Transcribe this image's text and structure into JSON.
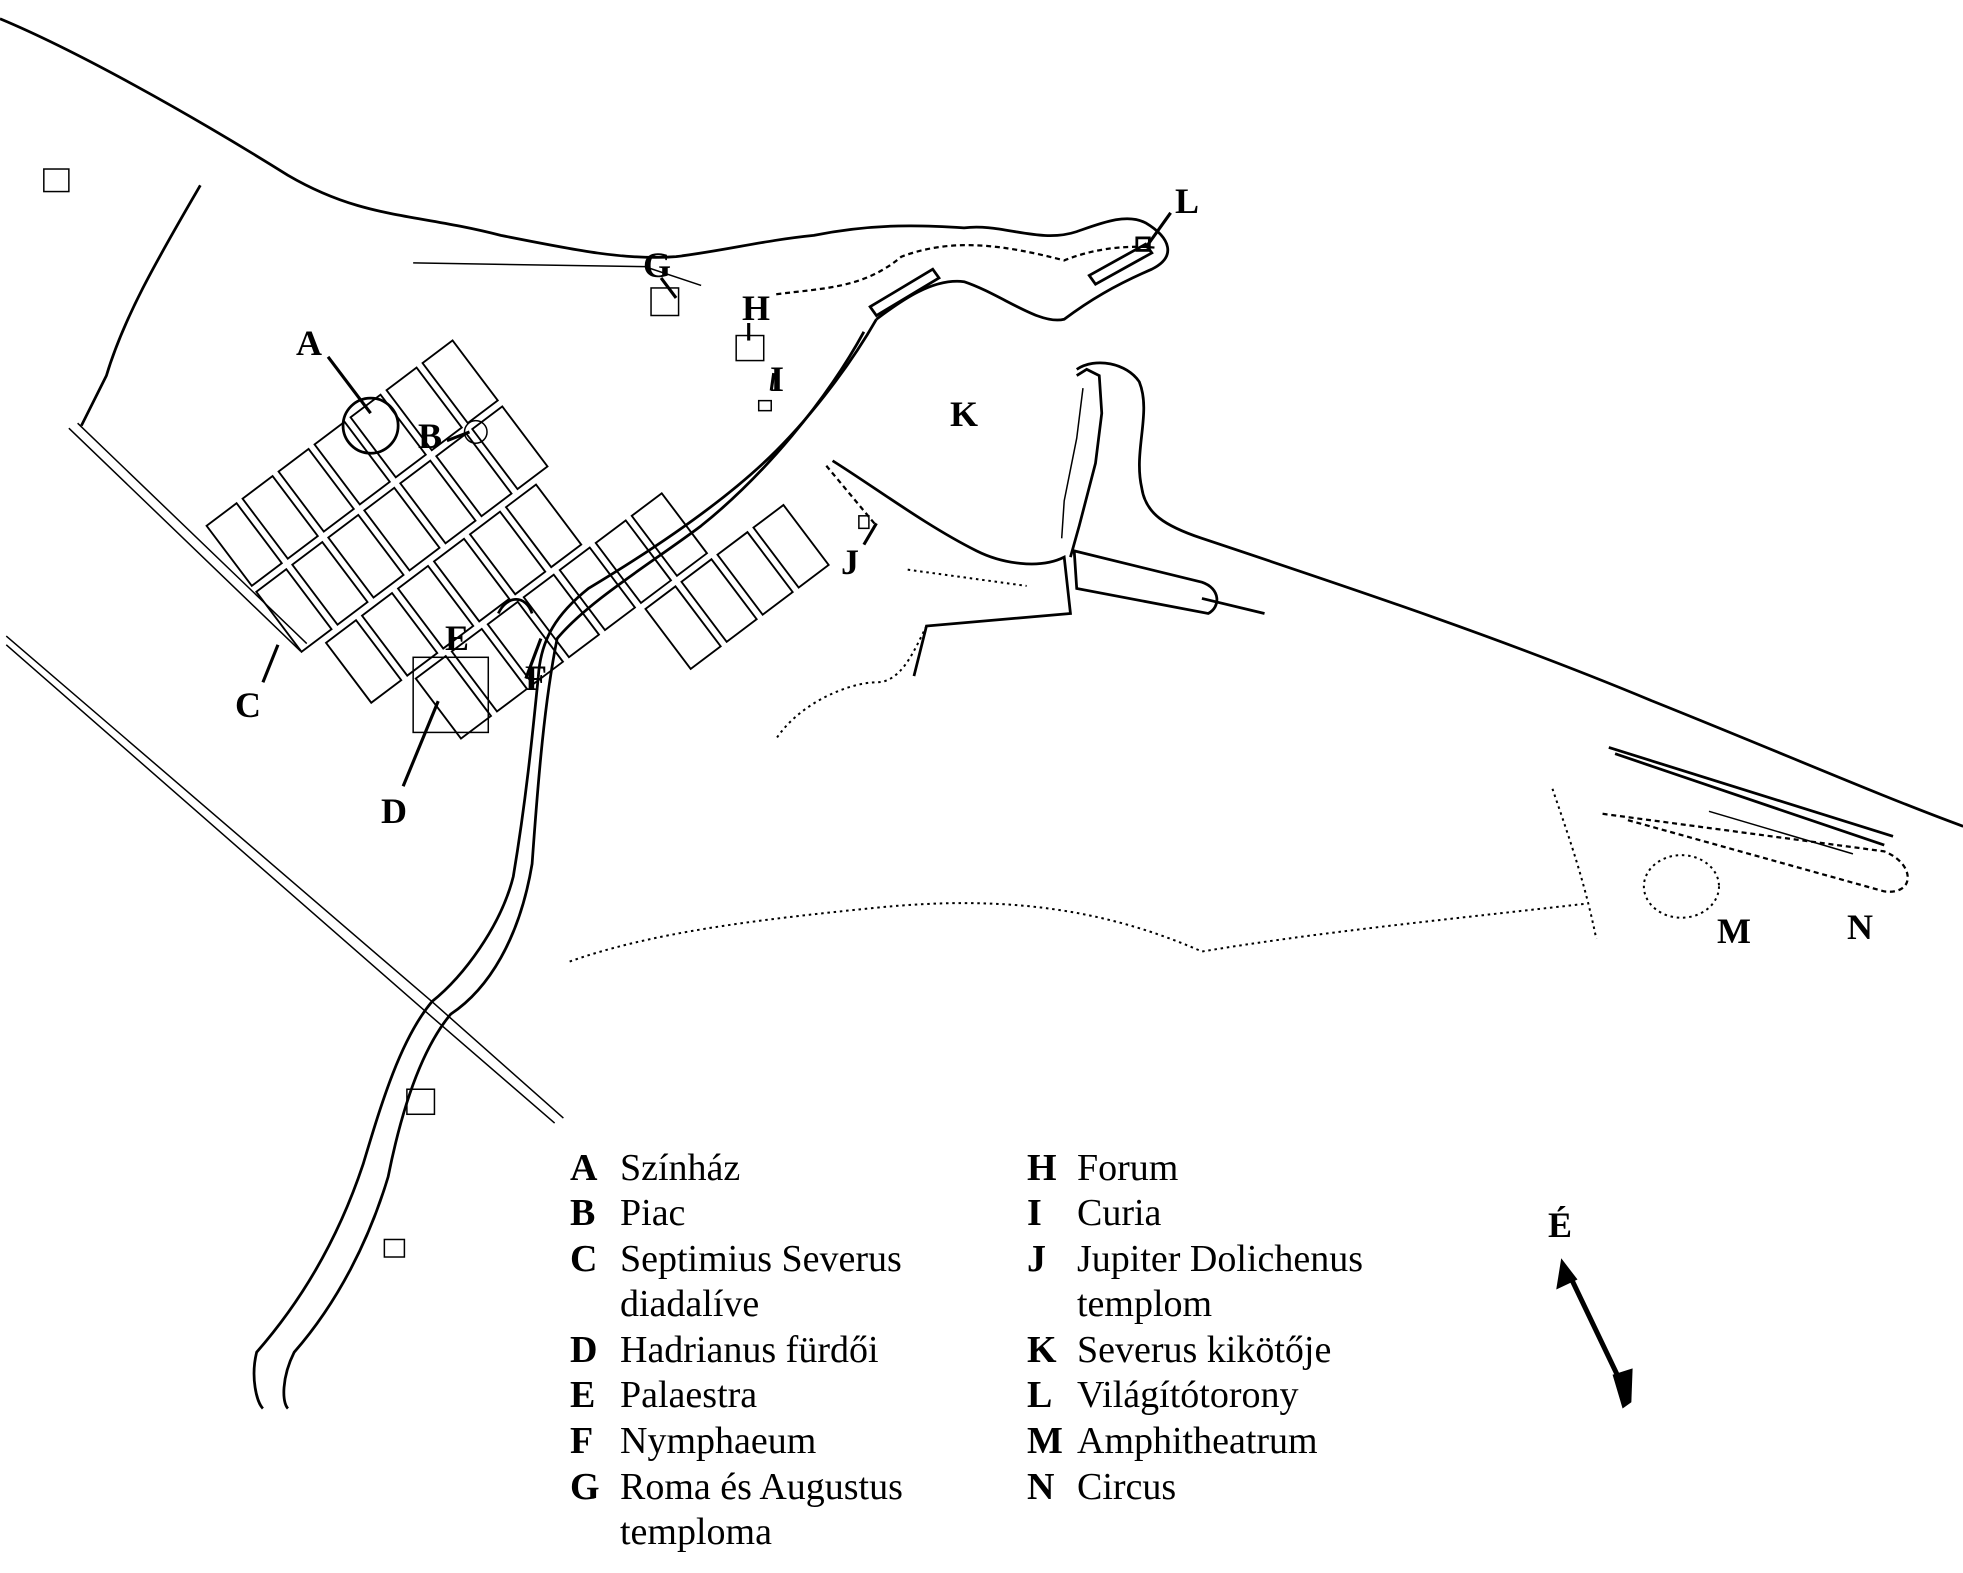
{
  "map": {
    "site_labels": {
      "A": "A",
      "B": "B",
      "C": "C",
      "D": "D",
      "E": "E",
      "F": "F",
      "G": "G",
      "H": "H",
      "I": "I",
      "J": "J",
      "K": "K",
      "L": "L",
      "M": "M",
      "N": "N"
    },
    "north_label": "É"
  },
  "legend": {
    "left": [
      {
        "key": "A",
        "lines": [
          "Színház"
        ]
      },
      {
        "key": "B",
        "lines": [
          "Piac"
        ]
      },
      {
        "key": "C",
        "lines": [
          "Septimius Severus",
          "diadalíve"
        ]
      },
      {
        "key": "D",
        "lines": [
          "Hadrianus fürdői"
        ]
      },
      {
        "key": "E",
        "lines": [
          "Palaestra"
        ]
      },
      {
        "key": "F",
        "lines": [
          "Nymphaeum"
        ]
      },
      {
        "key": "G",
        "lines": [
          "Roma és Augustus",
          "temploma"
        ]
      }
    ],
    "right": [
      {
        "key": "H",
        "lines": [
          "Forum"
        ]
      },
      {
        "key": "I",
        "lines": [
          "Curia"
        ]
      },
      {
        "key": "J",
        "lines": [
          "Jupiter Dolichenus",
          "templom"
        ]
      },
      {
        "key": "K",
        "lines": [
          "Severus kikötője"
        ]
      },
      {
        "key": "L",
        "lines": [
          "Világítótorony"
        ]
      },
      {
        "key": "M",
        "lines": [
          "Amphitheatrum"
        ]
      },
      {
        "key": "N",
        "lines": [
          "Circus"
        ]
      }
    ]
  }
}
